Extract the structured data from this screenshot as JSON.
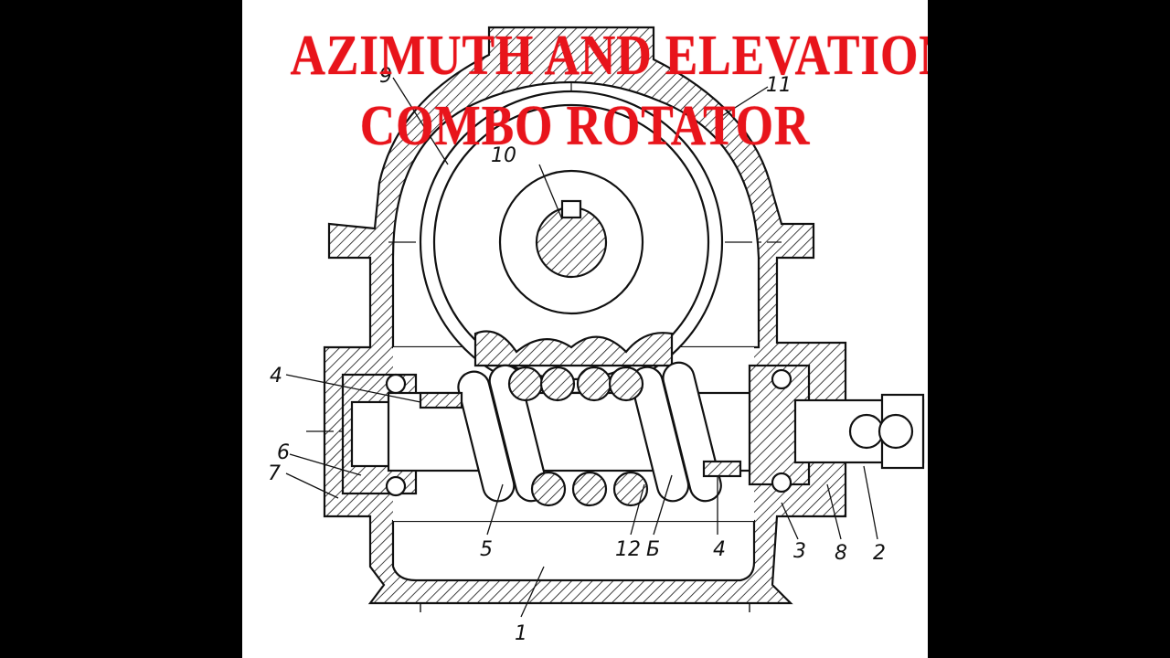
{
  "title": {
    "line1": "AZIMUTH AND ELEVATION",
    "line2": "COMBO ROTATOR"
  },
  "colors": {
    "title": "#e8141b",
    "background": "#000000",
    "panel": "#ffffff",
    "ink": "#111111"
  },
  "labels": [
    "4",
    "6",
    "7",
    "5",
    "12",
    "Б",
    "4",
    "3",
    "8",
    "2",
    "1",
    "9",
    "10",
    "11"
  ]
}
